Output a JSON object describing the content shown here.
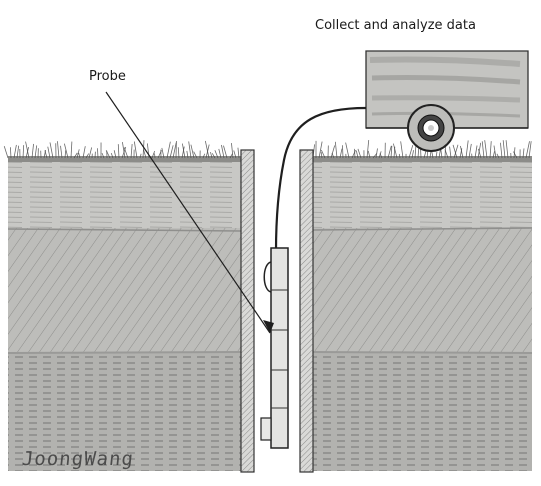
{
  "labels": {
    "probe": "Probe",
    "collect": "Collect and analyze data"
  },
  "signature": "JoongWang",
  "colors": {
    "ink": "#222222",
    "layer_top": "#c9c9c7",
    "layer_upper": "#b8b8b5",
    "layer_middle": "#cfcfcc",
    "layer_bottom": "#a9a9a6",
    "grass": "#444444",
    "casing": "#9c9c9a"
  },
  "icons": {
    "truck": "truck-icon",
    "wheel": "wheel-icon",
    "probe": "probe-icon",
    "grass": "grass-icon"
  }
}
